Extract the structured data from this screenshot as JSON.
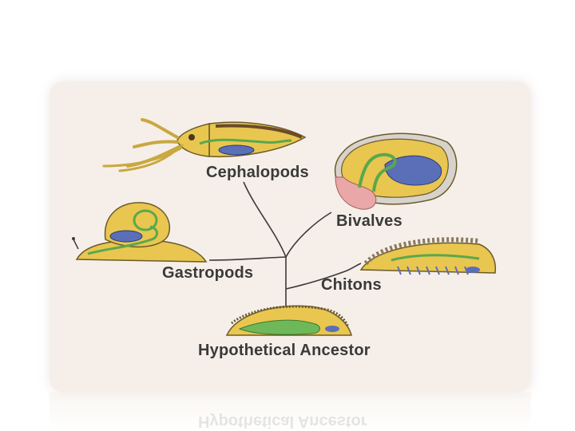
{
  "diagram": {
    "labels": {
      "cephalopods": "Cephalopods",
      "bivalves": "Bivalves",
      "gastropods": "Gastropods",
      "chitons": "Chitons",
      "ancestor": "Hypothetical Ancestor"
    }
  },
  "colors": {
    "card": "#f6efe9",
    "body_yellow": "#e9c650",
    "gut_green": "#5aa84a",
    "gill_blue": "#5a6fb8",
    "shell_pink": "#eaa7a7",
    "outline": "#6b5a2a",
    "branch": "#3a3a3a"
  }
}
